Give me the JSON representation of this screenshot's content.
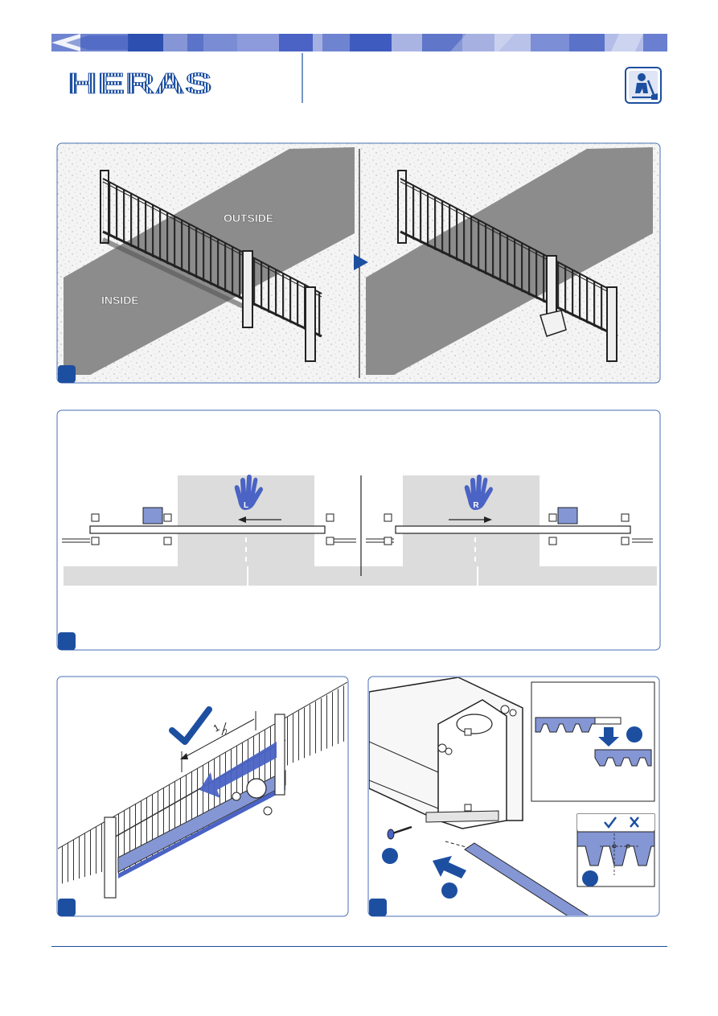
{
  "header": {
    "logo_text": "HERAS",
    "installer_icon": "worker-shovel-icon"
  },
  "figure1": {
    "label_outside": "OUTSIDE",
    "label_inside": "INSIDE",
    "arrow_icon": "triangle-right-icon"
  },
  "figure2": {
    "left_hand_letter": "L",
    "right_hand_letter": "R",
    "hand_icon": "hand-stop-icon"
  },
  "figure3": {
    "half_numerator": "1",
    "half_denominator": "2",
    "check_icon": "checkmark-icon"
  },
  "figure4": {
    "ok_icon": "checkmark-icon",
    "wrong_icon": "cross-icon"
  },
  "colors": {
    "brand_blue": "#1d4fa0",
    "light_blue": "#8496d4",
    "mid_blue": "#4a63c4",
    "ground_grey": "#8c8c8c",
    "zone_grey": "#dcdcdc",
    "frame_border": "#4a6fb5"
  }
}
